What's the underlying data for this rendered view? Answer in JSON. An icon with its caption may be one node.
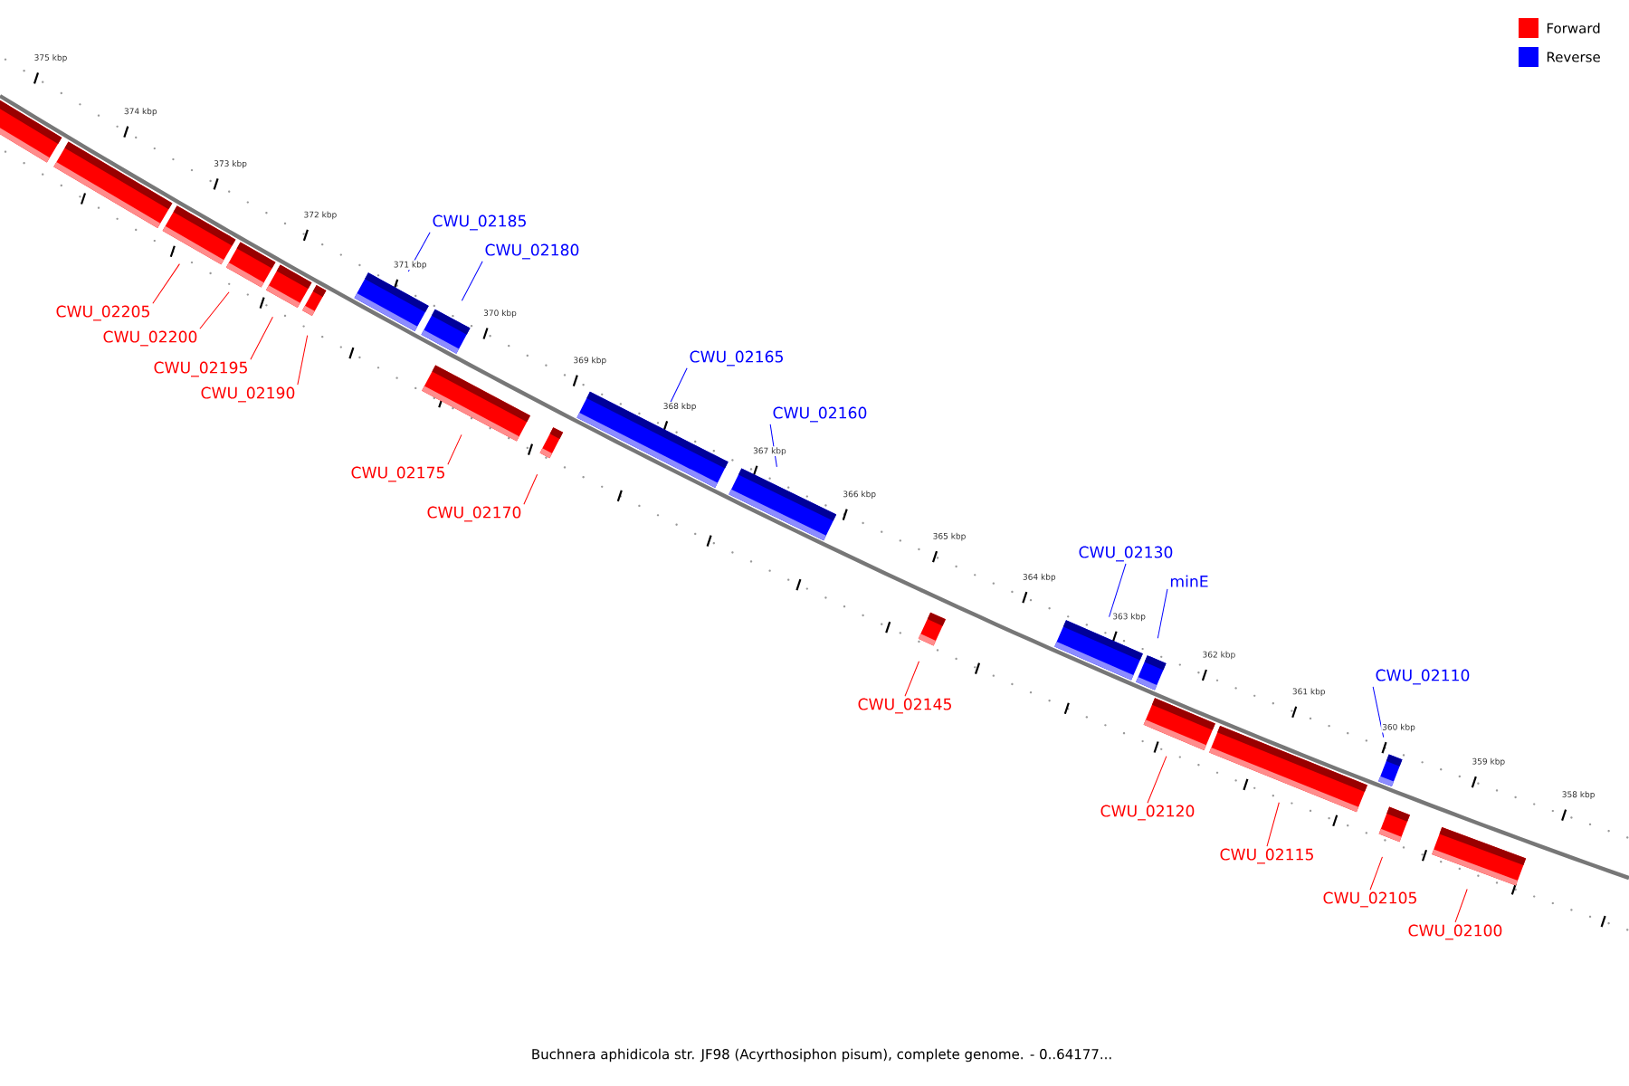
{
  "diagram": {
    "caption": "Buchnera aphidicola str. JF98 (Acyrthosiphon pisum), complete genome. - 0..64177...",
    "nodes": [
      {
        "text": [],
        "shape": "box"
      },
      {
        "text": [],
        "shape": "box"
      },
      {
        "text": [],
        "shape": "box"
      },
      {
        "text": [
          "CWU_02205"
        ]
      },
      {
        "text": [],
        "shape": "box"
      },
      {
        "text": [
          "CWU_02200"
        ]
      },
      {
        "text": [],
        "shape": "box"
      },
      {
        "text": [
          "CWU_02195"
        ]
      },
      {
        "text": [],
        "shape": "box"
      },
      {
        "text": [
          "CWU_02190"
        ]
      },
      {
        "text": [],
        "shape": "box"
      },
      {
        "text": [
          "CWU_02185"
        ]
      },
      {
        "text": [],
        "shape": "box"
      },
      {
        "text": [
          "CWU_02180"
        ]
      },
      {
        "text": [],
        "shape": "box"
      },
      {
        "text": [
          "CWU_02175"
        ]
      },
      {
        "text": [],
        "shape": "box"
      },
      {
        "text": [
          "CWU_02170"
        ]
      },
      {
        "text": [],
        "shape": "box"
      },
      {
        "text": [
          "CWU_02165"
        ]
      },
      {
        "text": [],
        "shape": "box"
      },
      {
        "text": [
          "CWU_02160"
        ]
      },
      {
        "text": [],
        "shape": "box"
      },
      {
        "text": [
          "CWU_02145"
        ]
      },
      {
        "text": [],
        "shape": "box"
      },
      {
        "text": [
          "CWU_02130"
        ]
      },
      {
        "text": [],
        "shape": "box"
      },
      {
        "text": [
          "minE"
        ]
      },
      {
        "text": [],
        "shape": "box"
      },
      {
        "text": [
          "CWU_02120"
        ]
      },
      {
        "text": [],
        "shape": "box"
      },
      {
        "text": [
          "CWU_02115"
        ]
      },
      {
        "text": [],
        "shape": "box"
      },
      {
        "text": [
          "CWU_02110"
        ]
      },
      {
        "text": [],
        "shape": "box"
      },
      {
        "text": [
          "CWU_02105"
        ]
      },
      {
        "text": [],
        "shape": "box"
      },
      {
        "text": [
          "CWU_02100"
        ]
      }
    ],
    "edges": [
      {
        "from": 3,
        "to": 2,
        "arrow": "none"
      },
      {
        "from": 5,
        "to": 4,
        "arrow": "none"
      },
      {
        "from": 7,
        "to": 6,
        "arrow": "none"
      },
      {
        "from": 9,
        "to": 8,
        "arrow": "none"
      },
      {
        "from": 11,
        "to": 10,
        "arrow": "none",
        "color": "#0000ff"
      },
      {
        "from": 13,
        "to": 12,
        "arrow": "none",
        "color": "#0000ff"
      },
      {
        "from": 15,
        "to": 14,
        "arrow": "none"
      },
      {
        "from": 17,
        "to": 16,
        "arrow": "none"
      },
      {
        "from": 19,
        "to": 18,
        "arrow": "none",
        "color": "#0000ff"
      },
      {
        "from": 21,
        "to": 20,
        "arrow": "none",
        "color": "#0000ff"
      },
      {
        "from": 23,
        "to": 22,
        "arrow": "none"
      },
      {
        "from": 25,
        "to": 24,
        "arrow": "none",
        "color": "#0000ff"
      },
      {
        "from": 27,
        "to": 26,
        "arrow": "none",
        "color": "#0000ff"
      },
      {
        "from": 29,
        "to": 28,
        "arrow": "none"
      },
      {
        "from": 31,
        "to": 30,
        "arrow": "none"
      },
      {
        "from": 33,
        "to": 32,
        "arrow": "none",
        "color": "#0000ff"
      },
      {
        "from": 35,
        "to": 34,
        "arrow": "none"
      },
      {
        "from": 37,
        "to": 36,
        "arrow": "none"
      }
    ],
    "labels": [
      "375 kbp",
      "374 kbp",
      "373 kbp",
      "372 kbp",
      "371 kbp",
      "370 kbp",
      "369 kbp",
      "368 kbp",
      "367 kbp",
      "366 kbp",
      "365 kbp",
      "364 kbp",
      "363 kbp",
      "362 kbp",
      "361 kbp",
      "360 kbp",
      "359 kbp",
      "358 kbp"
    ],
    "legend": [
      {
        "text": "Forward",
        "color": "#ff0000"
      },
      {
        "text": "Reverse",
        "color": "#0000ff"
      }
    ]
  }
}
